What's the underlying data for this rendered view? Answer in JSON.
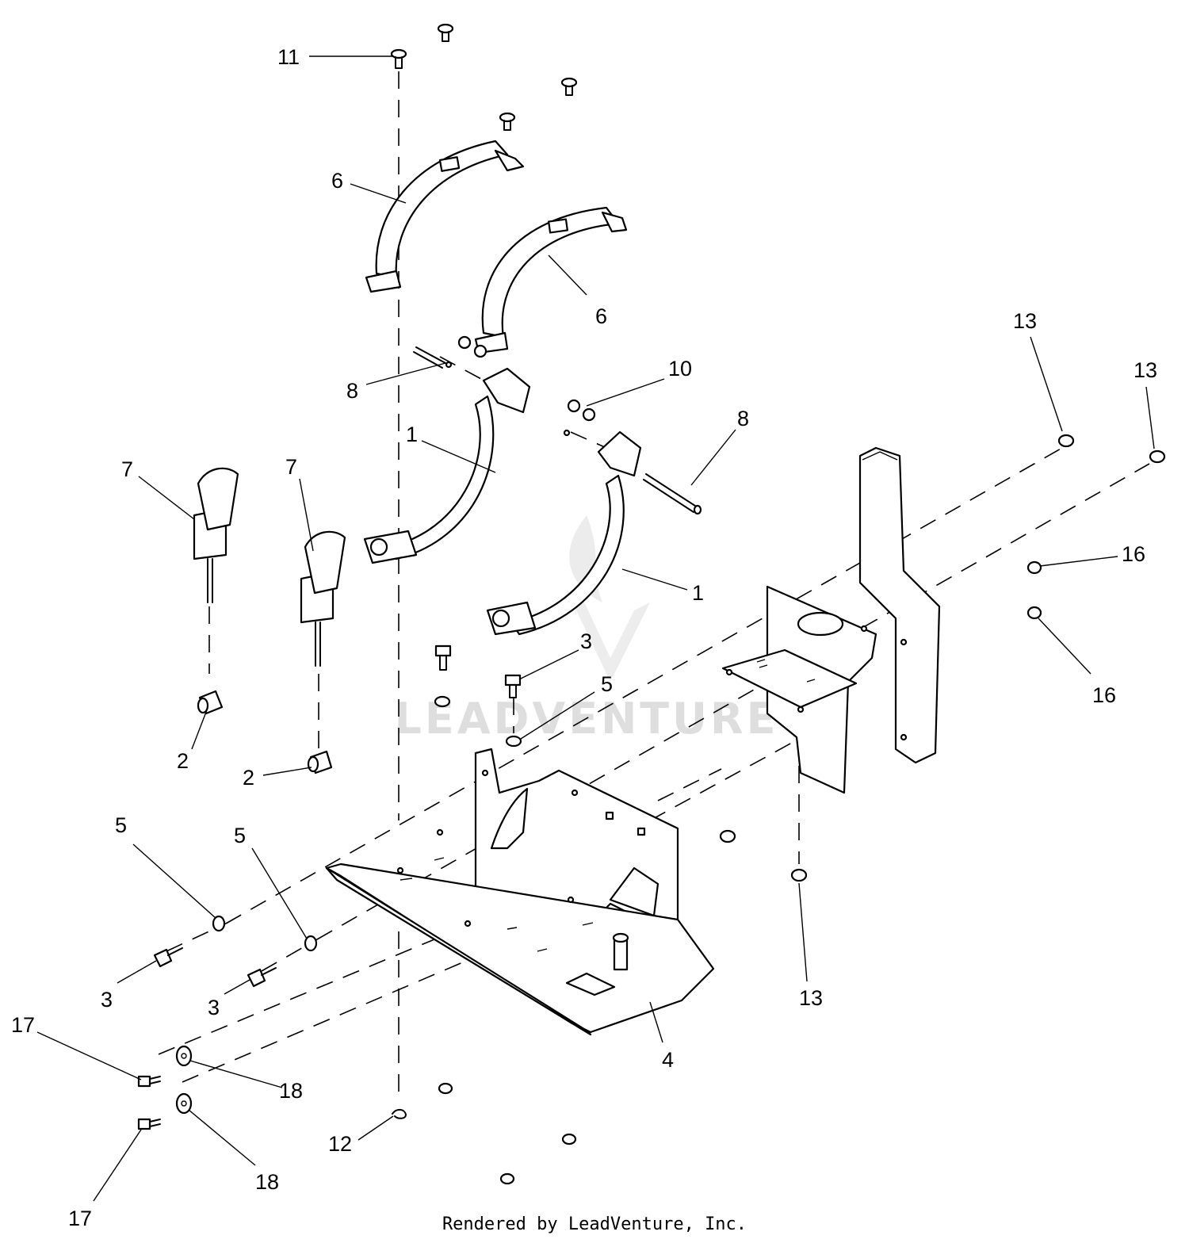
{
  "watermark": {
    "text": "LEADVENTURE"
  },
  "footer": {
    "text": "Rendered by LeadVenture, Inc."
  },
  "callouts": [
    {
      "id": "c11",
      "label": "11"
    },
    {
      "id": "c6a",
      "label": "6"
    },
    {
      "id": "c6b",
      "label": "6"
    },
    {
      "id": "c8a",
      "label": "8"
    },
    {
      "id": "c10",
      "label": "10"
    },
    {
      "id": "c8b",
      "label": "8"
    },
    {
      "id": "c1a",
      "label": "1"
    },
    {
      "id": "c1b",
      "label": "1"
    },
    {
      "id": "c7a",
      "label": "7"
    },
    {
      "id": "c7b",
      "label": "7"
    },
    {
      "id": "c13a",
      "label": "13"
    },
    {
      "id": "c13b",
      "label": "13"
    },
    {
      "id": "c13c",
      "label": "13"
    },
    {
      "id": "c16a",
      "label": "16"
    },
    {
      "id": "c16b",
      "label": "16"
    },
    {
      "id": "c3a",
      "label": "3"
    },
    {
      "id": "c3b",
      "label": "3"
    },
    {
      "id": "c3c",
      "label": "3"
    },
    {
      "id": "c5a",
      "label": "5"
    },
    {
      "id": "c5b",
      "label": "5"
    },
    {
      "id": "c5c",
      "label": "5"
    },
    {
      "id": "c2a",
      "label": "2"
    },
    {
      "id": "c2b",
      "label": "2"
    },
    {
      "id": "c4",
      "label": "4"
    },
    {
      "id": "c17a",
      "label": "17"
    },
    {
      "id": "c17b",
      "label": "17"
    },
    {
      "id": "c18a",
      "label": "18"
    },
    {
      "id": "c18b",
      "label": "18"
    },
    {
      "id": "c12",
      "label": "12"
    }
  ]
}
